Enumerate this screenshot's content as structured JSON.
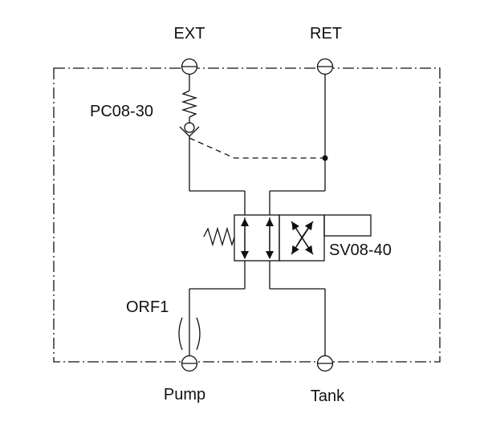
{
  "ports": {
    "ext": "EXT",
    "ret": "RET",
    "pump": "Pump",
    "tank": "Tank"
  },
  "components": {
    "check_valve": "PC08-30",
    "solenoid_valve": "SV08-40",
    "orifice": "ORF1"
  }
}
